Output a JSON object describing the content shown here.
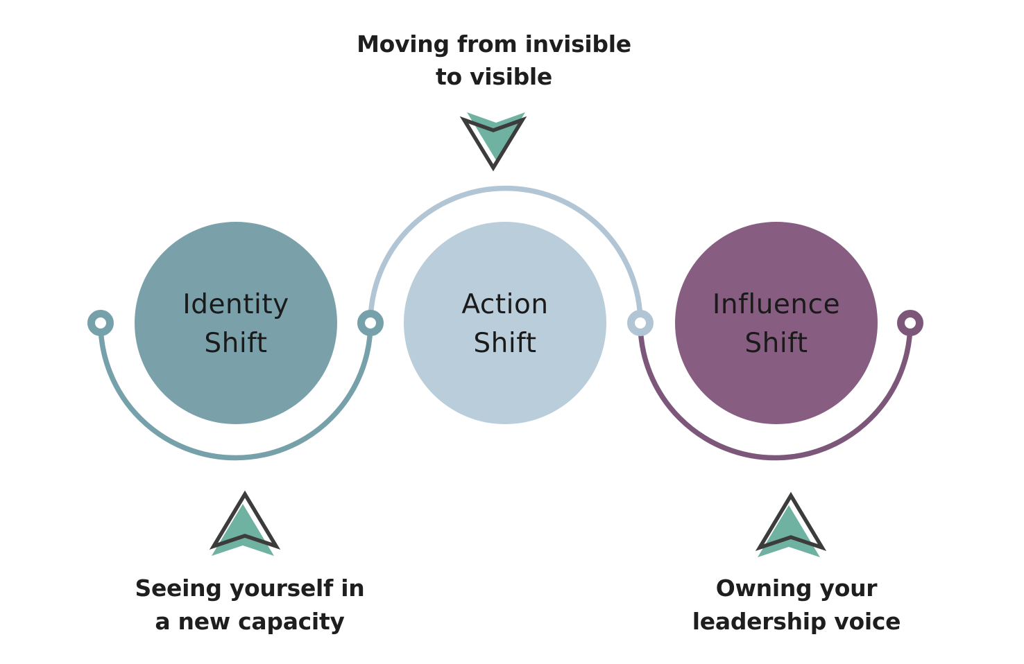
{
  "diagram": {
    "title_implicit": "Leadership shift diagram",
    "annotations": {
      "top": {
        "line1": "Moving from invisible",
        "line2": "to visible"
      },
      "bottom_left": {
        "line1": "Seeing yourself in",
        "line2": "a new capacity"
      },
      "bottom_right": {
        "line1": "Owning your",
        "line2": "leadership voice"
      }
    },
    "nodes": [
      {
        "label_line1": "Identity",
        "label_line2": "Shift",
        "fill": "#7AA1AA",
        "arc_color": "#76A0AA"
      },
      {
        "label_line1": "Action",
        "label_line2": "Shift",
        "fill": "#B9CDDA",
        "arc_color": "#B1C5D4"
      },
      {
        "label_line1": "Influence",
        "label_line2": "Shift",
        "fill": "#875E81",
        "arc_color": "#7D577A"
      }
    ],
    "colors": {
      "background": "#FFFFFF",
      "arrow_fill": "#6FB2A1",
      "arrow_outline": "#3C3C3C",
      "label_text": "#1A1A1A",
      "annotation_text": "#1E1E1E"
    }
  }
}
